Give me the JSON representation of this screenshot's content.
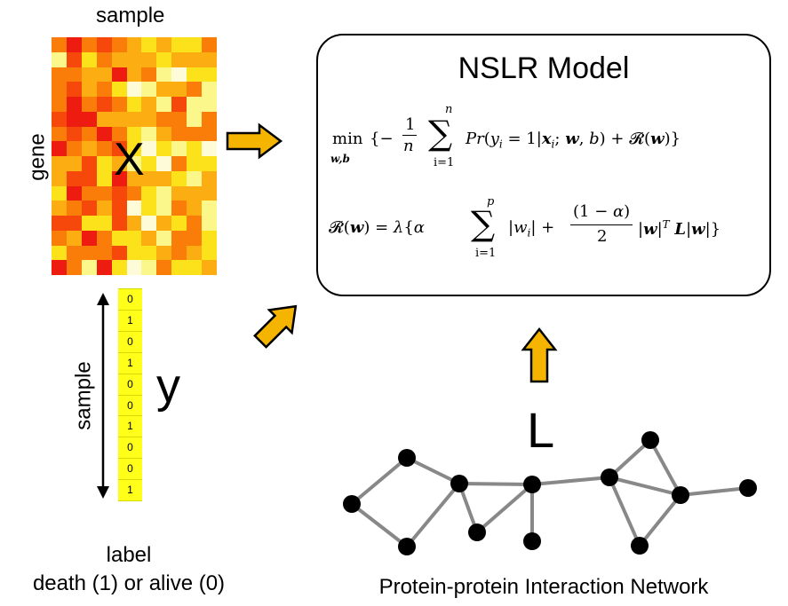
{
  "matrix": {
    "column_label": "sample",
    "row_label": "gene",
    "letter": "X",
    "colors": {
      "red": "#ee1c10",
      "orange_red": "#f5480a",
      "orange": "#f97d08",
      "amber": "#fbad12",
      "yellow": "#fce21a",
      "pale_yellow": "#fcf78a",
      "cream": "#fdfbd8"
    }
  },
  "labels_vector": {
    "values": [
      "0",
      "1",
      "0",
      "1",
      "0",
      "0",
      "1",
      "0",
      "0",
      "1"
    ],
    "axis_label": "sample",
    "letter": "y",
    "caption_line1": "label",
    "caption_line2": "death (1) or alive (0)",
    "cell_color": "#ffff1a"
  },
  "model": {
    "title": "NSLR Model",
    "objective_prefix": "min",
    "objective_subscript": "w,b",
    "objective_expr": "{− (1/n) Σ Pr(y_i = 1 | x_i; w, b) + R(w)}",
    "sum1_upper": "n",
    "sum1_lower": "i=1",
    "regularizer_expr": "R(w) = λ{α Σ |w_i| + ((1 − α)/2) |w|^T L |w|}",
    "sum2_upper": "p",
    "sum2_lower": "i=1"
  },
  "network": {
    "letter": "L",
    "caption": "Protein-protein Interaction Network"
  },
  "arrow_color": "#f5b400"
}
